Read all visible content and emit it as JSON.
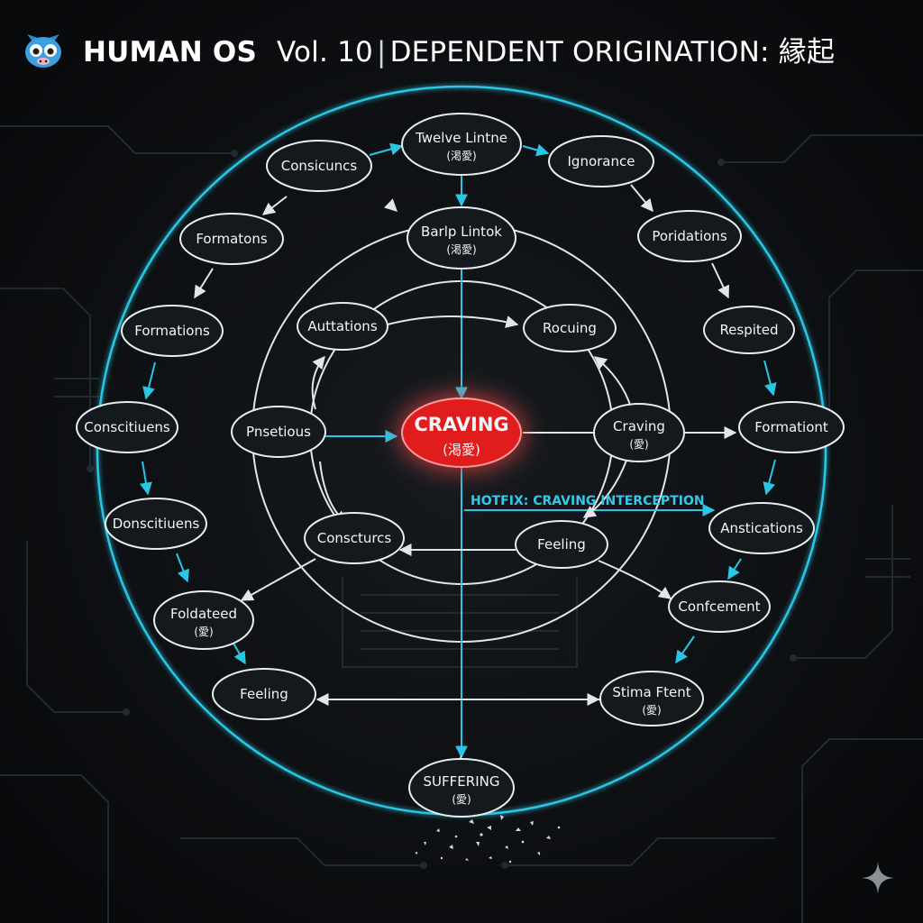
{
  "header": {
    "logo_icon": "robot-face-icon",
    "series": "HUMAN OS",
    "volume": "Vol. 10",
    "separator": "|",
    "topic": "DEPENDENT ORIGINATION: 縁起"
  },
  "colors": {
    "background": "#0b0d10",
    "cyan": "#29c6e6",
    "white_line": "#dfe7ea",
    "node_fill": "#14191d",
    "craving_red": "#e01e1e"
  },
  "diagram": {
    "nodes": [
      {
        "id": "twelve",
        "line1": "Twelve Lintne",
        "line2": "(渇愛)"
      },
      {
        "id": "consc1",
        "line1": "Consicuncs",
        "line2": ""
      },
      {
        "id": "ignor",
        "line1": "Ignorance",
        "line2": ""
      },
      {
        "id": "form1",
        "line1": "Formatons",
        "line2": ""
      },
      {
        "id": "barlp",
        "line1": "Barlp Lintok",
        "line2": "(渇愛)"
      },
      {
        "id": "pord",
        "line1": "Poridations",
        "line2": ""
      },
      {
        "id": "form2",
        "line1": "Formations",
        "line2": ""
      },
      {
        "id": "auttn",
        "line1": "Auttations",
        "line2": ""
      },
      {
        "id": "rocuing",
        "line1": "Rocuing",
        "line2": ""
      },
      {
        "id": "resp",
        "line1": "Respited",
        "line2": ""
      },
      {
        "id": "consc2",
        "line1": "Conscitiuens",
        "line2": ""
      },
      {
        "id": "pnsct",
        "line1": "Pnsetious",
        "line2": ""
      },
      {
        "id": "craving",
        "line1": "CRAVING",
        "line2": "(渇愛)"
      },
      {
        "id": "crav2",
        "line1": "Craving",
        "line2": "(愛)"
      },
      {
        "id": "formt",
        "line1": "Formationt",
        "line2": ""
      },
      {
        "id": "donsc",
        "line1": "Donscitiuens",
        "line2": ""
      },
      {
        "id": "consct",
        "line1": "Conscturcs",
        "line2": ""
      },
      {
        "id": "feel1",
        "line1": "Feeling",
        "line2": ""
      },
      {
        "id": "anstic",
        "line1": "Anstications",
        "line2": ""
      },
      {
        "id": "foldat",
        "line1": "Foldateed",
        "line2": "(愛)"
      },
      {
        "id": "confc",
        "line1": "Confcement",
        "line2": ""
      },
      {
        "id": "feel2",
        "line1": "Feeling",
        "line2": ""
      },
      {
        "id": "stima",
        "line1": "Stima Ftent",
        "line2": "(愛)"
      },
      {
        "id": "suff",
        "line1": "SUFFERING",
        "line2": "(愛)"
      }
    ],
    "hotfix_label": "HOTFIX: CRAVING INTERCEPTION"
  },
  "footer": {
    "watermark_icon": "sparkle-icon"
  }
}
